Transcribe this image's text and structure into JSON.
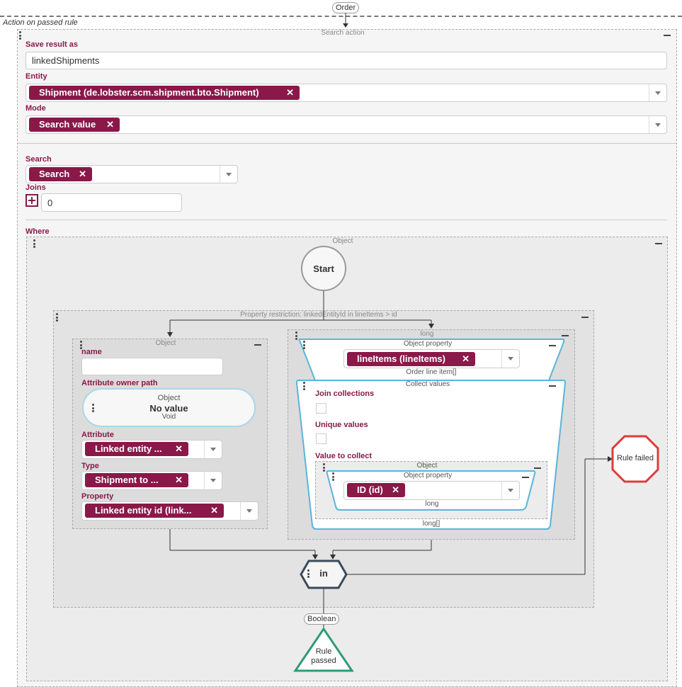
{
  "top": {
    "order_label": "Order",
    "section_title": "Action on passed rule"
  },
  "search_action": {
    "title": "Search action",
    "save_label": "Save result as",
    "save_value": "linkedShipments",
    "entity_label": "Entity",
    "entity_chip": "Shipment (de.lobster.scm.shipment.bto.Shipment)",
    "mode_label": "Mode",
    "mode_chip": "Search value",
    "search_label": "Search",
    "search_chip": "Search",
    "joins_label": "Joins",
    "joins_value": "0",
    "where_label": "Where"
  },
  "object_panel": {
    "title": "Object",
    "start_label": "Start",
    "restriction_title": "Property restriction: linkedEntityId in lineItems > id",
    "left": {
      "title": "Object",
      "name_label": "name",
      "name_value": "",
      "owner_path_label": "Attribute owner path",
      "owner_object": "Object",
      "owner_value": "No value",
      "owner_type": "Void",
      "attribute_label": "Attribute",
      "attribute_chip": "Linked entity ...",
      "type_label": "Type",
      "type_chip": "Shipment to ...",
      "property_label": "Property",
      "property_chip": "Linked entity id (link..."
    },
    "right": {
      "title": "long",
      "objprop_title": "Object property",
      "objprop_chip": "lineItems (lineItems)",
      "objprop_type": "Order line item[]",
      "collect_title": "Collect values",
      "join_label": "Join collections",
      "unique_label": "Unique values",
      "value_label": "Value to collect",
      "inner_object_title": "Object",
      "inner_prop_title": "Object property",
      "inner_chip": "ID (id)",
      "inner_type": "long",
      "collect_type": "long[]"
    },
    "in_label": "in",
    "boolean_label": "Boolean",
    "rule_passed": "Rule passed",
    "rule_failed": "Rule failed"
  },
  "colors": {
    "accent": "#8a1848",
    "blue": "#5ab4dc",
    "green": "#2e9a78",
    "red": "#e03a3a"
  },
  "icons": [
    "kebab-icon",
    "minus-icon",
    "close-icon",
    "chevron-down-icon",
    "plus-icon"
  ]
}
